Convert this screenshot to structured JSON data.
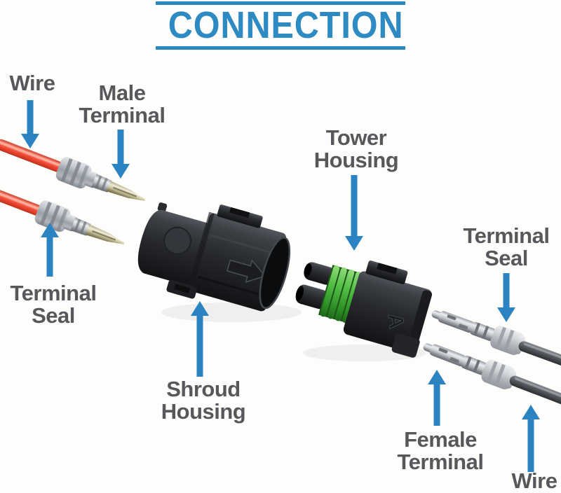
{
  "title": {
    "text": "CONNECTION"
  },
  "annotations": {
    "wire_top_left": "Wire",
    "male_terminal": "Male\nTerminal",
    "terminal_seal_left": "Terminal\nSeal",
    "shroud_housing": "Shroud\nHousing",
    "tower_housing": "Tower\nHousing",
    "terminal_seal_right": "Terminal\nSeal",
    "female_terminal": "Female\nTerminal",
    "wire_bottom_right": "Wire"
  },
  "components": {
    "tower_housing_marking": "A",
    "parts": [
      "red wire",
      "male terminal",
      "terminal seal",
      "shroud housing",
      "tower housing",
      "terminal seal",
      "female terminal",
      "black wire"
    ]
  },
  "colors": {
    "accent_blue": "#2b84c1",
    "title_blue": "#2e8ac2",
    "label_gray": "#57585c",
    "wire_red": "#f0503f",
    "wire_black": "#53565c",
    "housing_black": "#26282b",
    "seal_gray": "#aab0b8",
    "seal_green": "#4db848",
    "terminal_gold": "#cfc8a4",
    "terminal_silver": "#c2c6cb"
  }
}
